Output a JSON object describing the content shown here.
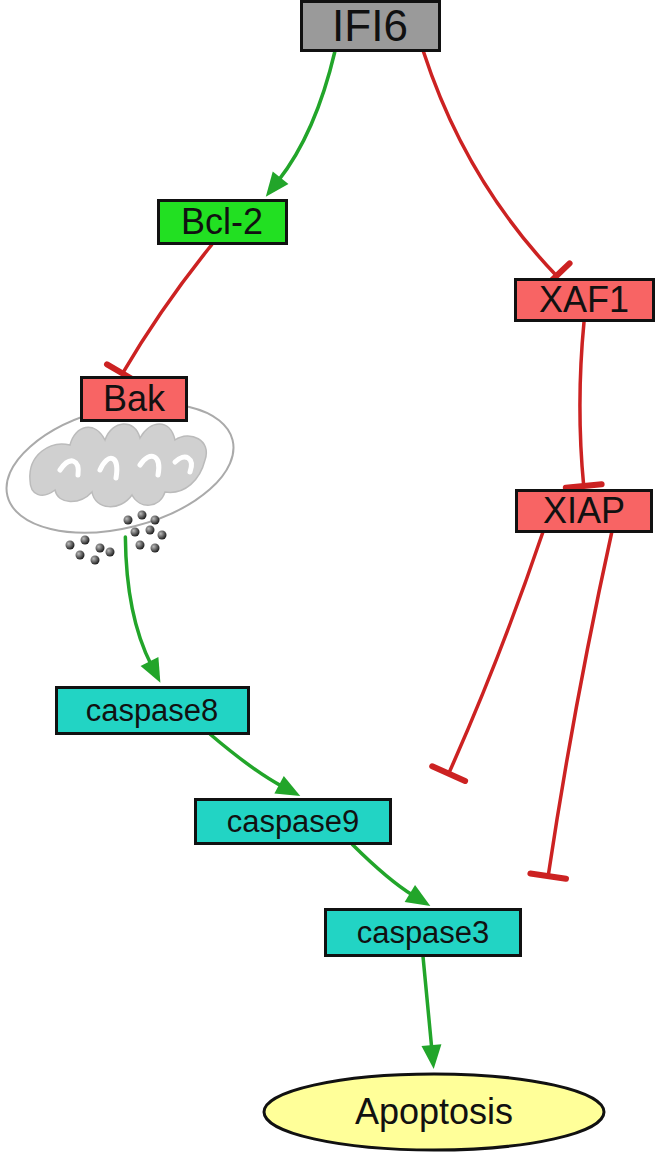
{
  "diagram": {
    "nodes": [
      {
        "text": [
          "IFI6"
        ]
      },
      {
        "text": [
          "Bcl-2"
        ]
      },
      {
        "text": [
          "XAF1"
        ]
      },
      {
        "text": [
          "Bak"
        ]
      },
      {
        "text": [
          "XIAP"
        ]
      },
      {
        "text": [
          "caspase8"
        ]
      },
      {
        "text": [
          "caspase9"
        ]
      },
      {
        "text": [
          "caspase3"
        ]
      },
      {
        "text": [
          "Apoptosis"
        ]
      }
    ],
    "edges": [
      {
        "from": 0,
        "to": 1,
        "arrow": "to"
      },
      {
        "from": 0,
        "to": 2,
        "arrow": "to"
      },
      {
        "from": 1,
        "to": 3,
        "arrow": "to"
      },
      {
        "from": 2,
        "to": 4,
        "arrow": "to"
      },
      {
        "from": 3,
        "to": 5,
        "arrow": "to"
      },
      {
        "from": 5,
        "to": 6,
        "arrow": "to"
      },
      {
        "from": 6,
        "to": 7,
        "arrow": "to"
      },
      {
        "from": 7,
        "to": 8,
        "arrow": "to"
      },
      {
        "from": 4,
        "to": 6,
        "arrow": "to"
      },
      {
        "from": 4,
        "to": 7,
        "arrow": "to"
      }
    ]
  }
}
